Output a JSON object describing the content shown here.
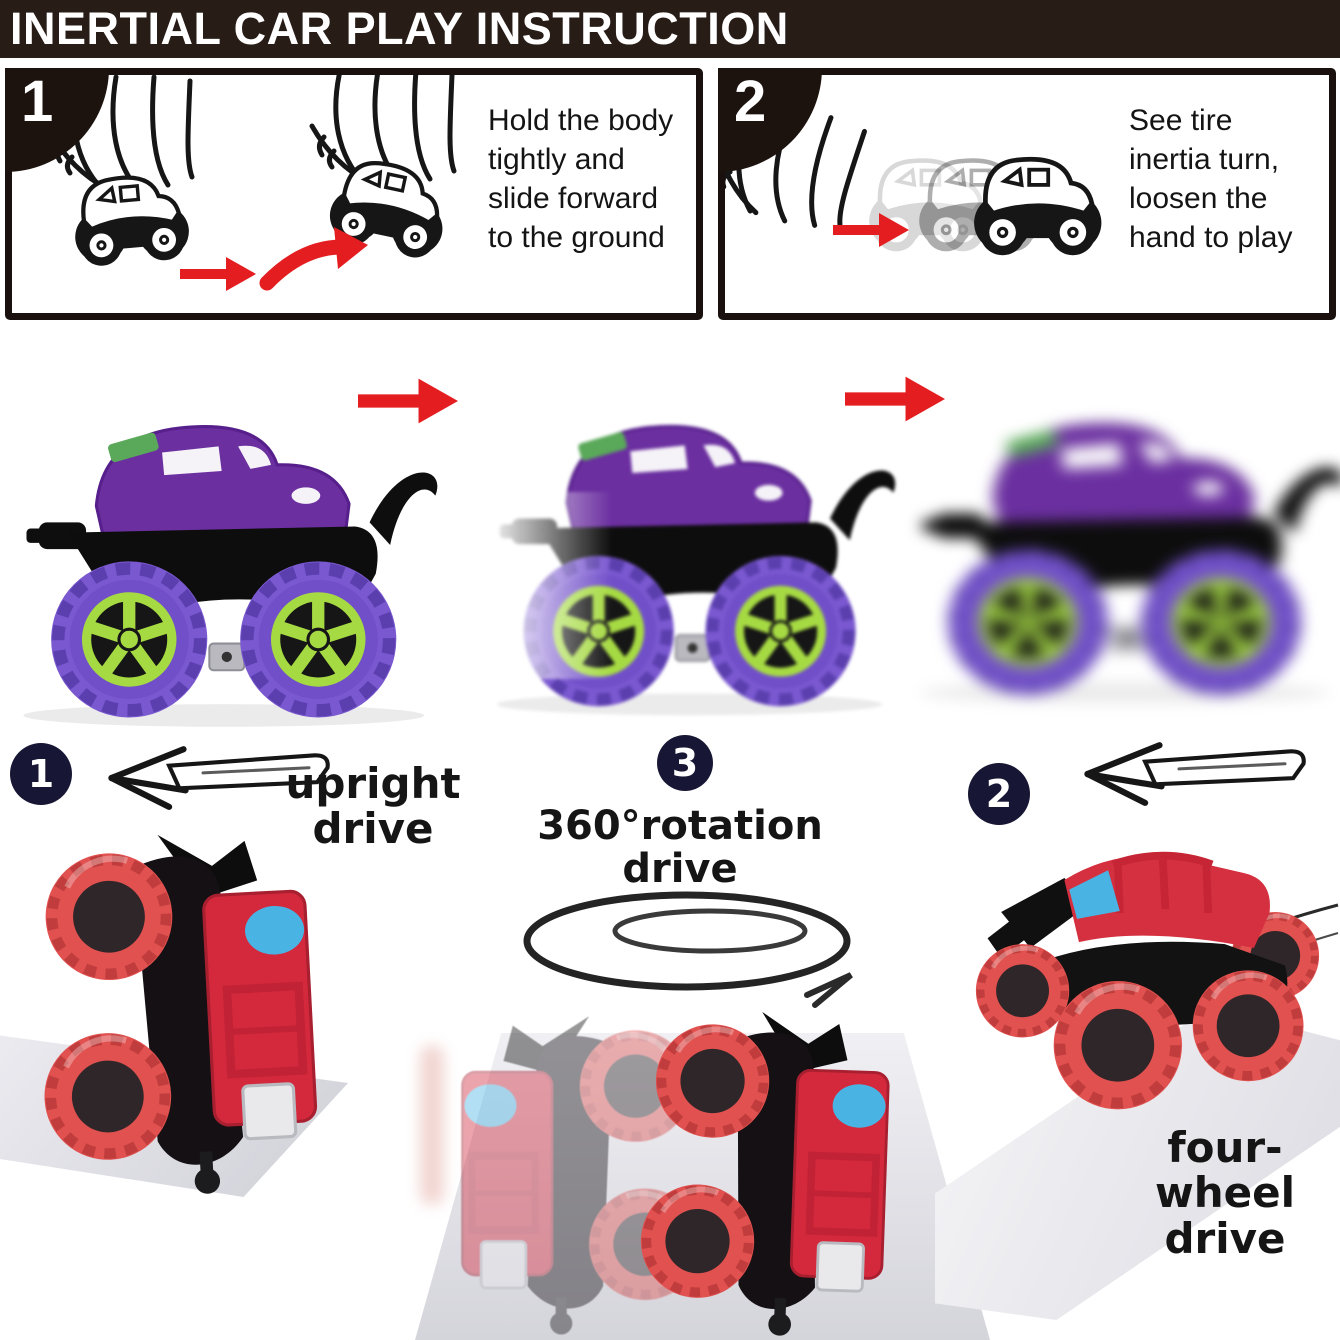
{
  "header": {
    "title": "INERTIAL CAR PLAY INSTRUCTION"
  },
  "panels": [
    {
      "number": "1",
      "text": "Hold the body tightly and slide forward to the ground"
    },
    {
      "number": "2",
      "text": "See tire inertia turn, loosen the hand to play"
    }
  ],
  "stunts": {
    "step1": {
      "number": "1",
      "label": "upright drive"
    },
    "step3": {
      "number": "3",
      "label": "360°rotation drive"
    },
    "step2": {
      "number": "2",
      "label": "four-wheel drive"
    }
  },
  "colors": {
    "title_bar": "#281c16",
    "accent_red": "#e41e20",
    "badge_navy": "#171735",
    "truck_purple_body": "#6b2fa0",
    "truck_purple_tire": "#7a58d0",
    "truck_green_rim": "#a6da43",
    "truck_red_body": "#d5303f",
    "truck_red_tire": "#e0514f",
    "windshield_blue": "#49b4e4"
  },
  "icons": {
    "red_arrow_right_icon": "solid red right-pointing arrow",
    "red_arrow_curved_icon": "solid red curved launch arrow",
    "hand_arrow_left_icon": "hand-drawn left-pointing arrow",
    "rotation_swirl_icon": "hand-drawn 360 degree spin swirl with arrowhead",
    "hand_sketch_icon": "line-art hand holding the toy car",
    "toy_car_sketch_icon": "line-art monster truck sketch"
  }
}
